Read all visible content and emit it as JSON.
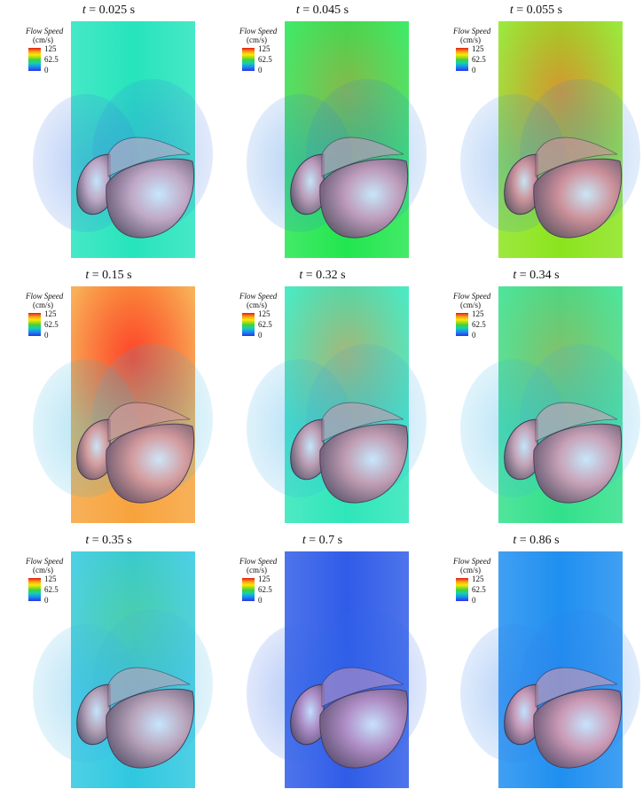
{
  "legend": {
    "title": "Flow Speed",
    "unit": "(cm/s)",
    "max": "125",
    "mid": "62.5",
    "min": "0"
  },
  "time_symbol": "t",
  "panels": [
    {
      "time": "= 0.025 s",
      "tube": "#26e4bd",
      "jet": "#3fe0c8",
      "jet_strength": 0.0,
      "leaflet": "#c8a7c7",
      "halo": "#3a74e6"
    },
    {
      "time": "= 0.045 s",
      "tube": "#22e64e",
      "jet": "#ef8a4a",
      "jet_strength": 0.55,
      "leaflet": "#c69ac0",
      "halo": "#2f7fe2"
    },
    {
      "time": "= 0.055 s",
      "tube": "#8be41d",
      "jet": "#f07a3a",
      "jet_strength": 0.8,
      "leaflet": "#d18f9f",
      "halo": "#3a86e6"
    },
    {
      "time": "= 0.15 s",
      "tube": "#f7a33c",
      "jet": "#ff3a2a",
      "jet_strength": 1.0,
      "leaflet": "#d49aa0",
      "halo": "#31b3e0"
    },
    {
      "time": "= 0.32 s",
      "tube": "#2ee6b9",
      "jet": "#e0a15a",
      "jet_strength": 0.75,
      "leaflet": "#c79ab2",
      "halo": "#2fa8e6"
    },
    {
      "time": "= 0.34 s",
      "tube": "#32e08a",
      "jet": "#c8a650",
      "jet_strength": 0.6,
      "leaflet": "#cf9fb8",
      "halo": "#33b0e6"
    },
    {
      "time": "= 0.35 s",
      "tube": "#2fc8e0",
      "jet": "#6ed56a",
      "jet_strength": 0.5,
      "leaflet": "#bfa2b8",
      "halo": "#3ab0e2"
    },
    {
      "time": "= 0.7 s",
      "tube": "#2f5ce8",
      "jet": "#3b6ae8",
      "jet_strength": 0.0,
      "leaflet": "#b690c4",
      "halo": "#2f66e6"
    },
    {
      "time": "= 0.86 s",
      "tube": "#1f8ff0",
      "jet": "#2a96ef",
      "jet_strength": 0.0,
      "leaflet": "#d39ab2",
      "halo": "#2f7fea"
    }
  ]
}
